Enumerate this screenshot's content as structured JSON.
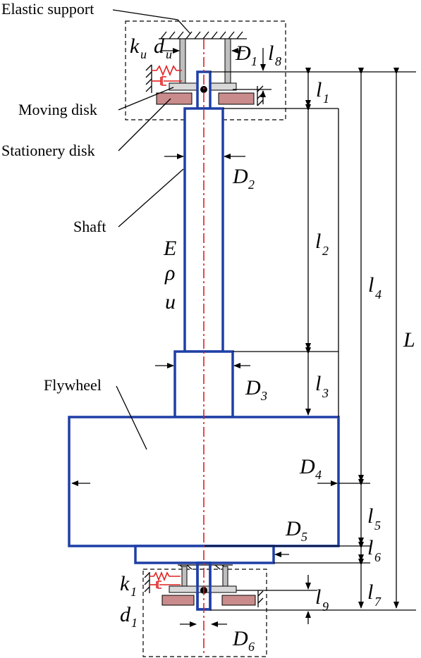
{
  "labels": {
    "elastic_support": "Elastic support",
    "moving_disk": "Moving disk",
    "stationary_disk": "Stationery disk",
    "shaft": "Shaft",
    "flywheel": "Flywheel"
  },
  "symbols": {
    "k": "k",
    "u": "u",
    "d": "d",
    "D": "D",
    "l": "l",
    "L": "L",
    "E": "E",
    "rho": "ρ",
    "s1": "1",
    "s2": "2",
    "s3": "3",
    "s4": "4",
    "s5": "5",
    "s6": "6",
    "s7": "7",
    "s8": "8",
    "s9": "9"
  },
  "colors": {
    "shaft_outline": "#1f3fa6",
    "centerline": "#e02020",
    "spring": "#e02020",
    "stationary_disk_fill": "#c98b8b",
    "moving_disk_fill": "#d9d9d9"
  }
}
